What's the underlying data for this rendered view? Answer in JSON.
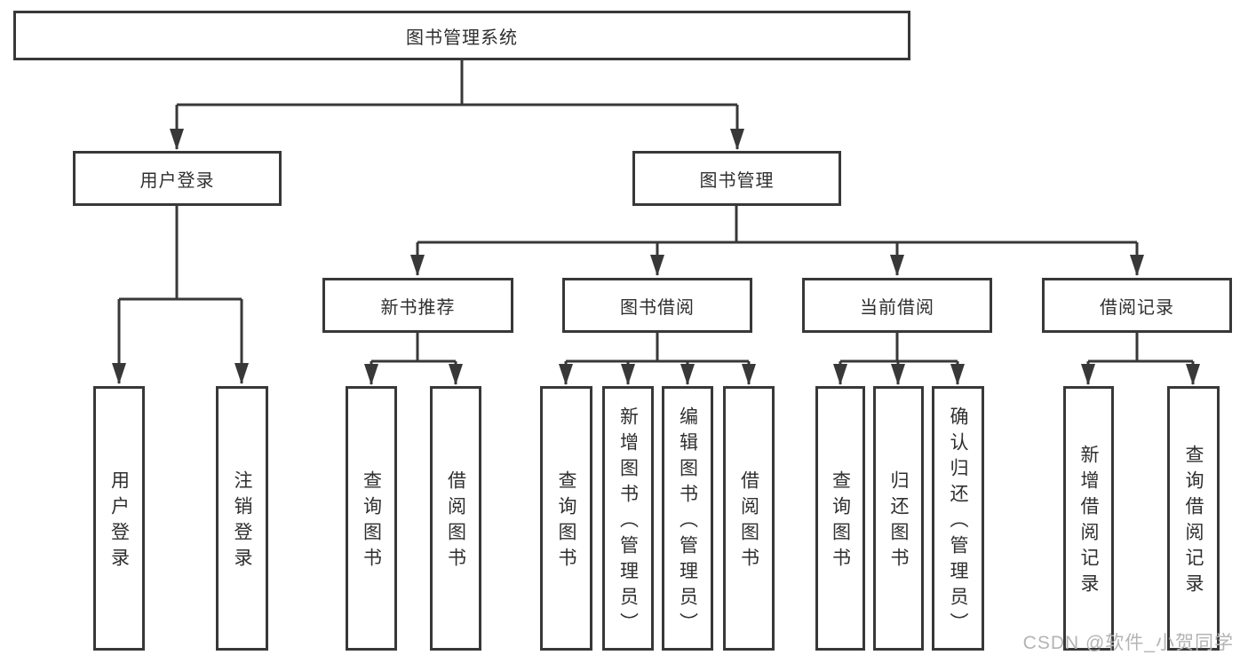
{
  "diagram": {
    "type": "tree",
    "root": {
      "label": "图书管理系统",
      "children": [
        {
          "label": "用户登录",
          "children": [
            {
              "label": "用户登录"
            },
            {
              "label": "注销登录"
            }
          ]
        },
        {
          "label": "图书管理",
          "children": [
            {
              "label": "新书推荐",
              "children": [
                {
                  "label": "查询图书"
                },
                {
                  "label": "借阅图书"
                }
              ]
            },
            {
              "label": "图书借阅",
              "children": [
                {
                  "label": "查询图书"
                },
                {
                  "label": "新增图书（管理员）"
                },
                {
                  "label": "编辑图书（管理员）"
                },
                {
                  "label": "借阅图书"
                }
              ]
            },
            {
              "label": "当前借阅",
              "children": [
                {
                  "label": "查询图书"
                },
                {
                  "label": "归还图书"
                },
                {
                  "label": "确认归还（管理员）"
                }
              ]
            },
            {
              "label": "借阅记录",
              "children": [
                {
                  "label": "新增借阅记录"
                },
                {
                  "label": "查询借阅记录"
                }
              ]
            }
          ]
        }
      ]
    }
  },
  "watermark": {
    "text": "CSDN @软件_小贺同学"
  },
  "colors": {
    "line": "#383838",
    "text": "#2f2f2f",
    "box_background": "#ffffff",
    "watermark": "#b4b4b4",
    "background": "#ffffff"
  }
}
